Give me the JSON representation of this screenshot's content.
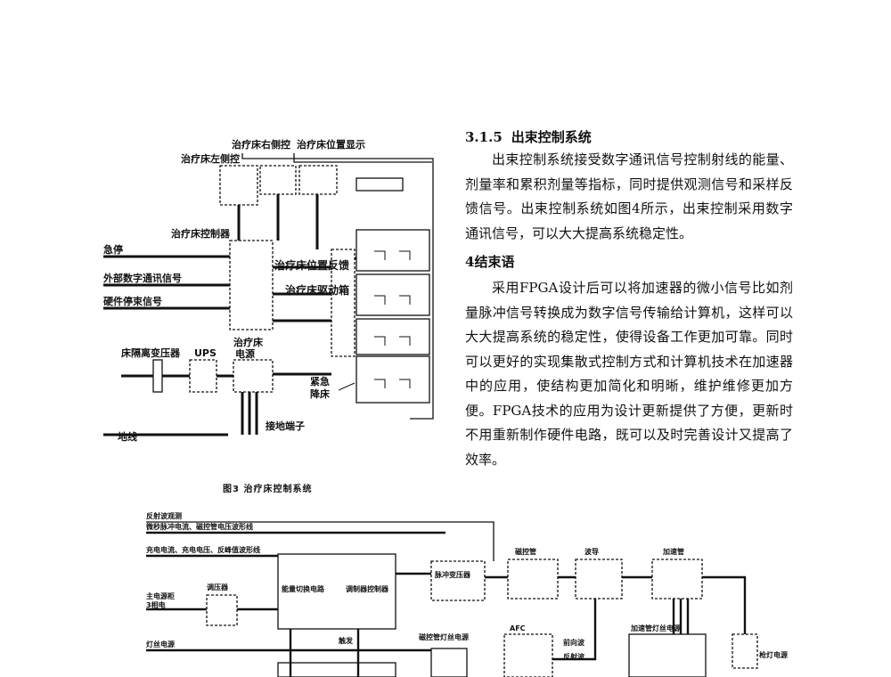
{
  "figure3": {
    "labels": {
      "bed_right": "治疗床右侧控",
      "bed_position_display": "治疗床位置显示",
      "bed_left": "治疗床左侧控",
      "bed_controller": "治疗床控制器",
      "emergency_stop": "急停",
      "external_digital": "外部数字通讯信号",
      "hardware_interlock": "硬件停束信号",
      "isolation_transformer": "床隔离变压器",
      "ups": "UPS",
      "bed_power_1": "治疗床",
      "bed_power_2": "电源",
      "position_feedback": "治疗床位置反馈",
      "drive_box": "治疗床驱动箱",
      "emergency_1": "紧急",
      "emergency_2": "降床",
      "ground_terminal": "接地端子",
      "ground_wire": "地线"
    },
    "caption": "图3   治疗床控制系统"
  },
  "text": {
    "s315_num": "3.1.5",
    "s315_title": "出束控制系统",
    "p1": "出束控制系统接受数字通讯信号控制射线的能量、剂量率和累积剂量等指标，同时提供观测信号和采样反馈信号。出束控制系统如图4所示，出束控制采用数字通讯信号，可以大大提高系统稳定性。",
    "s4_num": "4",
    "s4_title": "结束语",
    "p2": "采用FPGA设计后可以将加速器的微小信号比如剂量脉冲信号转换成为数字信号传输给计算机，这样可以大大提高系统的稳定性，使得设备工作更加可靠。同时可以更好的实现集散式控制方式和计算机技术在加速器中的应用，使结构更加简化和明晰，维护维修更加方便。FPGA技术的应用为设计更新提供了方便，更新时不用重新制作硬件电路，既可以及时完善设计又提高了效率。"
  },
  "figure4": {
    "labels": {
      "reflect_wave": "反射波观测",
      "trigger_line": "微秒脉冲电流、磁控管电压波形线",
      "charge_line": "充电电流、充电电压、反峰值波形线",
      "main_power_1": "主电源柜",
      "main_power_2": "3相电",
      "voltage_reg": "调压器",
      "energy_switch": "能量切换电路",
      "modulator": "调制器控制器",
      "filament": "灯丝电源",
      "pulse_transformer": "脉冲变压器",
      "magnetron": "磁控管",
      "waveguide": "波导",
      "accelerator": "加速管",
      "afc": "AFC",
      "trigger": "触发",
      "magnetron_filament": "磁控管灯丝电源",
      "forward_wave": "前向波",
      "reflected_wave": "反射波",
      "gun_filament": "加速管灯丝电源",
      "gun_power": "枪灯电源"
    }
  }
}
